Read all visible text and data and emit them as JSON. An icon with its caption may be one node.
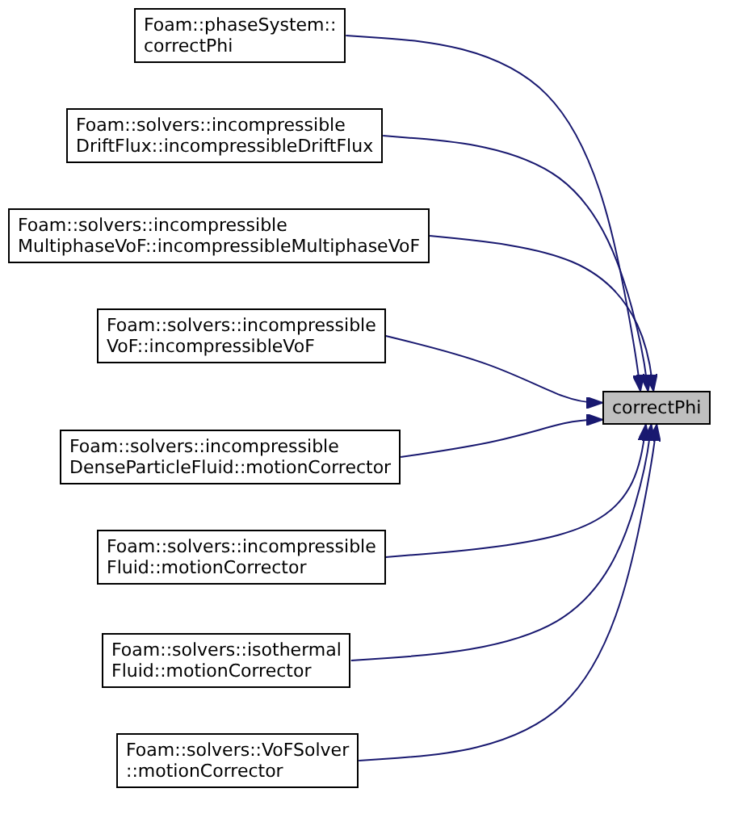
{
  "diagram": {
    "nodes": [
      {
        "text": [
          "correctPhi"
        ]
      },
      {
        "text": [
          "Foam::phaseSystem:: correctPhi"
        ]
      },
      {
        "text": [
          "Foam::solvers::incompressible DriftFlux::incompressibleDriftFlux"
        ]
      },
      {
        "text": [
          "Foam::solvers::incompressible MultiphaseVoF::incompressibleMultiphaseVoF"
        ]
      },
      {
        "text": [
          "Foam::solvers::incompressible VoF::incompressibleVoF"
        ]
      },
      {
        "text": [
          "Foam::solvers::incompressible DenseParticleFluid::motionCorrector"
        ]
      },
      {
        "text": [
          "Foam::solvers::incompressible Fluid::motionCorrector"
        ]
      },
      {
        "text": [
          "Foam::solvers::isothermal Fluid::motionCorrector"
        ]
      },
      {
        "text": [
          "Foam::solvers::VoFSolver ::motionCorrector"
        ]
      }
    ],
    "edges": [
      {
        "from": 1,
        "to": 0,
        "arrow": "to"
      },
      {
        "from": 2,
        "to": 0,
        "arrow": "to"
      },
      {
        "from": 3,
        "to": 0,
        "arrow": "to"
      },
      {
        "from": 4,
        "to": 0,
        "arrow": "to"
      },
      {
        "from": 5,
        "to": 0,
        "arrow": "to"
      },
      {
        "from": 6,
        "to": 0,
        "arrow": "to"
      },
      {
        "from": 7,
        "to": 0,
        "arrow": "to"
      },
      {
        "from": 8,
        "to": 0,
        "arrow": "to"
      }
    ]
  }
}
